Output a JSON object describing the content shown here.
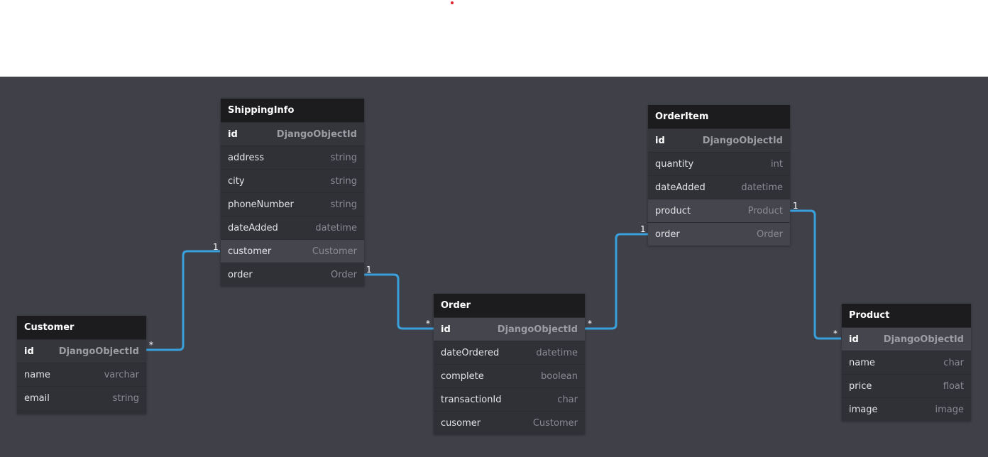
{
  "relations": [
    {
      "from": "Customer.id",
      "to": "ShippingInfo.customer",
      "from_card": "*",
      "to_card": "1"
    },
    {
      "from": "ShippingInfo.order",
      "to": "Order.id",
      "from_card": "1",
      "to_card": "*"
    },
    {
      "from": "Order.id",
      "to": "OrderItem.order",
      "from_card": "*",
      "to_card": "1"
    },
    {
      "from": "OrderItem.product",
      "to": "Product.id",
      "from_card": "1",
      "to_card": "*"
    }
  ],
  "tables": {
    "customer": {
      "title": "Customer",
      "fields": [
        {
          "name": "id",
          "type": "DjangoObjectId"
        },
        {
          "name": "name",
          "type": "varchar"
        },
        {
          "name": "email",
          "type": "string"
        }
      ]
    },
    "shippinginfo": {
      "title": "ShippingInfo",
      "fields": [
        {
          "name": "id",
          "type": "DjangoObjectId"
        },
        {
          "name": "address",
          "type": "string"
        },
        {
          "name": "city",
          "type": "string"
        },
        {
          "name": "phoneNumber",
          "type": "string"
        },
        {
          "name": "dateAdded",
          "type": "datetime"
        },
        {
          "name": "customer",
          "type": "Customer"
        },
        {
          "name": "order",
          "type": "Order"
        }
      ]
    },
    "order": {
      "title": "Order",
      "fields": [
        {
          "name": "id",
          "type": "DjangoObjectId"
        },
        {
          "name": "dateOrdered",
          "type": "datetime"
        },
        {
          "name": "complete",
          "type": "boolean"
        },
        {
          "name": "transactionId",
          "type": "char"
        },
        {
          "name": "cusomer",
          "type": "Customer"
        }
      ]
    },
    "orderitem": {
      "title": "OrderItem",
      "fields": [
        {
          "name": "id",
          "type": "DjangoObjectId"
        },
        {
          "name": "quantity",
          "type": "int"
        },
        {
          "name": "dateAdded",
          "type": "datetime"
        },
        {
          "name": "product",
          "type": "Product"
        },
        {
          "name": "order",
          "type": "Order"
        }
      ]
    },
    "product": {
      "title": "Product",
      "fields": [
        {
          "name": "id",
          "type": "DjangoObjectId"
        },
        {
          "name": "name",
          "type": "char"
        },
        {
          "name": "price",
          "type": "float"
        },
        {
          "name": "image",
          "type": "image"
        }
      ]
    }
  },
  "colors": {
    "canvas": "#3f4048",
    "header": "#1c1c1f",
    "link": "#3aa0dc",
    "marker": "#e0202a"
  }
}
